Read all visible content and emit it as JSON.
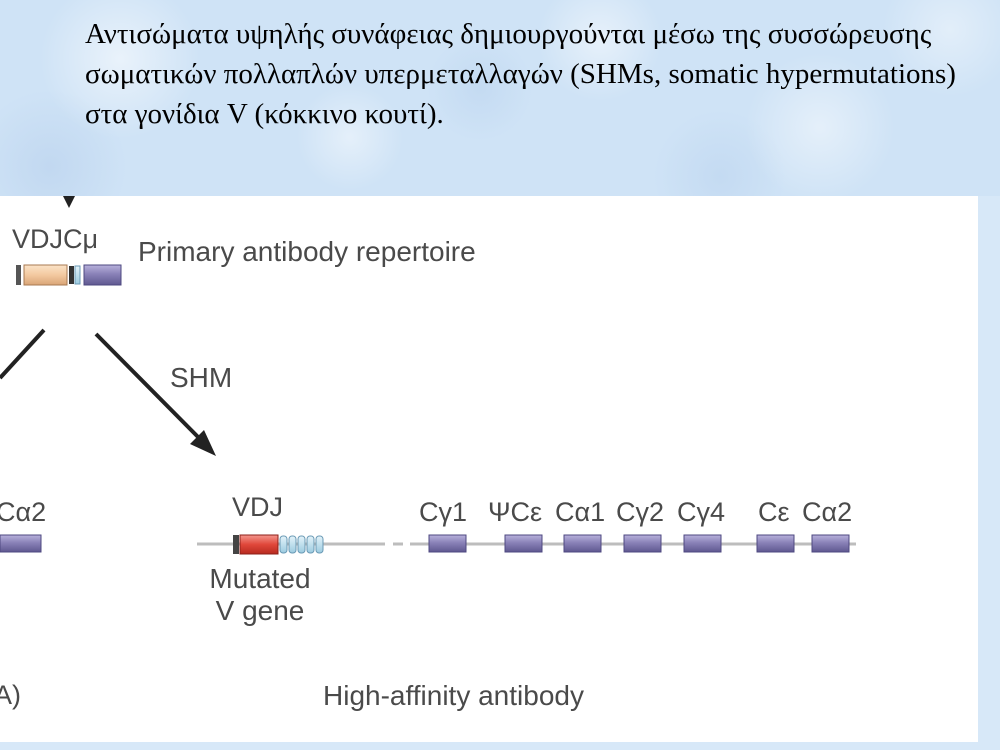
{
  "caption": "Αντισώματα υψηλής συνάφειας δημιουργούνται μέσω της συσσώρευσης σωματικών πολλαπλών υπερμεταλλαγών (SHMs, somatic hypermutations) στα γονίδια V (κόκκινο κουτί).",
  "diagram": {
    "top_gene_label": "VDJCμ",
    "top_label": "Primary antibody repertoire",
    "arrow_label": "SHM",
    "left_fragment_label": "Cα2",
    "left_bottom_fragment": "A)",
    "mutated_gene_label": "VDJ",
    "mutated_caption_line1": "Mutated",
    "mutated_caption_line2": "V gene",
    "constant_genes": [
      {
        "label": "Cγ1"
      },
      {
        "label": "ΨCε"
      },
      {
        "label": "Cα1"
      },
      {
        "label": "Cγ2"
      },
      {
        "label": "Cγ4"
      },
      {
        "label": "Cε"
      },
      {
        "label": "Cα2"
      }
    ],
    "bottom_label": "High-affinity antibody"
  },
  "colors": {
    "header_bg": "#cfe3f6",
    "v_segment": "#f3c9a0",
    "mutated_v": "#e0473a",
    "constant_box": "#8a82b8",
    "j_segment": "#b9dcec",
    "line": "#bdbdbd",
    "arrow": "#222222"
  }
}
